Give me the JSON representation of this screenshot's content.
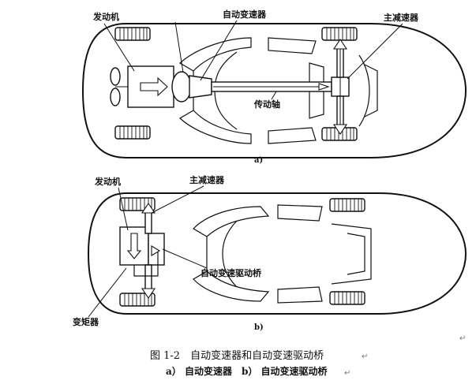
{
  "diagram_a": {
    "labels": {
      "engine": "发动机",
      "transmission": "自动变速器",
      "final_drive": "主减速器",
      "driveshaft": "传动轴"
    },
    "sublabel": "a)"
  },
  "diagram_b": {
    "labels": {
      "engine": "发动机",
      "final_drive": "主减速器",
      "transaxle": "自动变速驱动桥",
      "torque_converter": "变矩器"
    },
    "sublabel": "b)"
  },
  "caption": {
    "title": "图 1-2　自动变速器和自动变速驱动桥",
    "subtitle": "a） 自动变速器　b） 自动变速驱动桥",
    "para_mark": "↵"
  }
}
